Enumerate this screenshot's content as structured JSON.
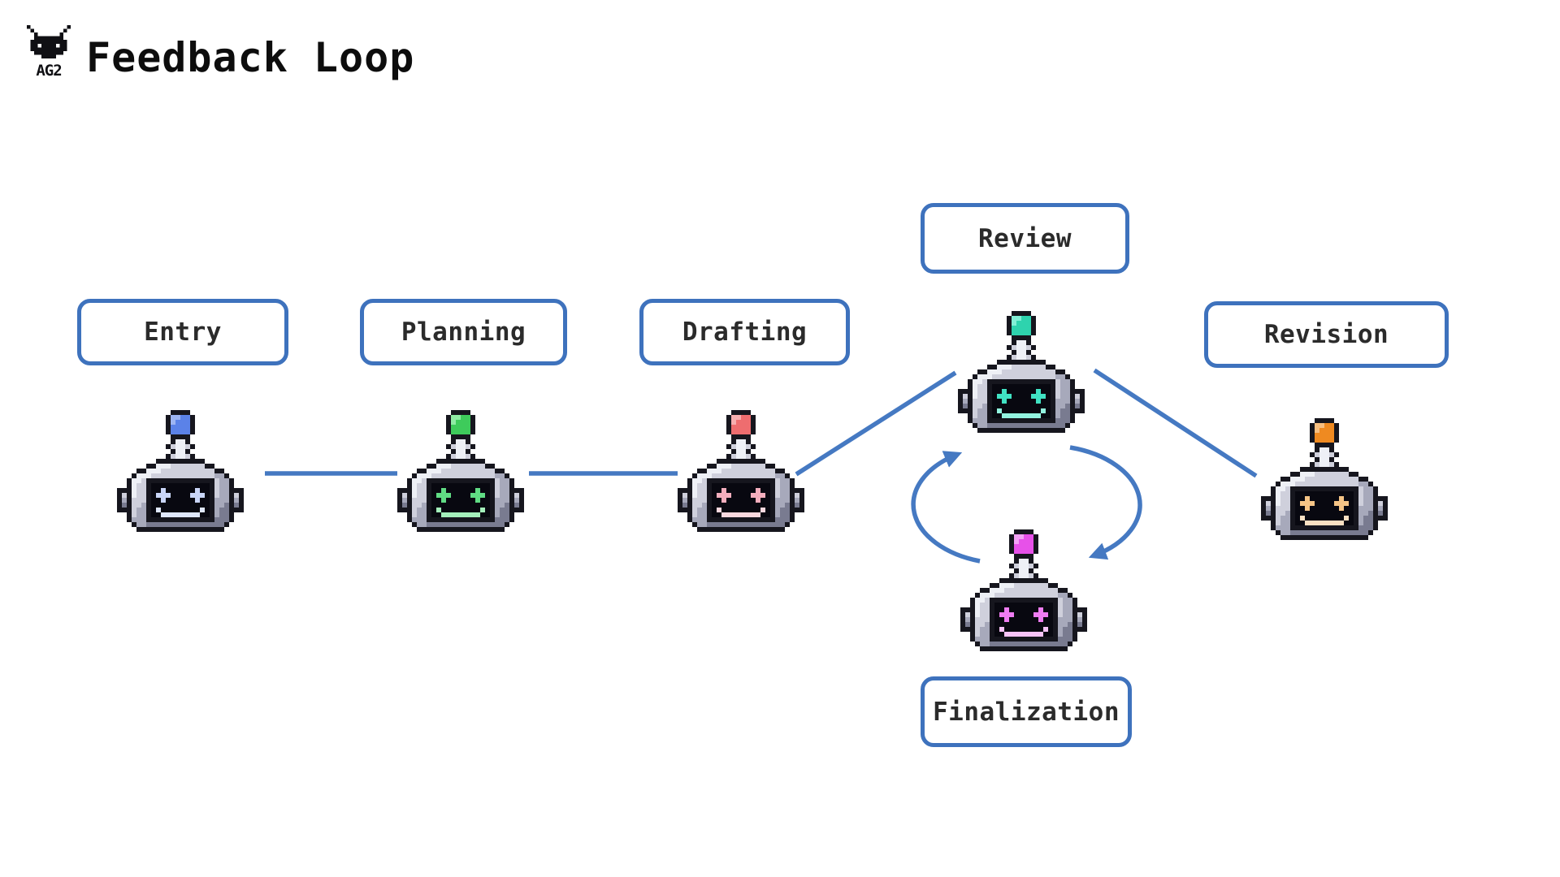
{
  "header": {
    "title": "Feedback Loop",
    "logo_text": "AG2",
    "logo_icon": "ag2-robot-logo-icon"
  },
  "colors": {
    "background": "#ffffff",
    "box_border": "#3e72bd",
    "box_fill": "#ffffff",
    "box_text": "#2b2b2b",
    "connector": "#4579c2",
    "title_text": "#0d0d0d",
    "robot_outline": "#16161e",
    "robot_face": "#080810",
    "robot_white": "#eef0f6",
    "robot_light": "#cfd0dc",
    "robot_mid": "#a7a9bb",
    "robot_dark": "#797b90"
  },
  "stages": [
    {
      "id": "entry",
      "label": "Entry",
      "robot": {
        "icon": "robot-icon",
        "antenna": "#5b82e8",
        "antenna_hi": "#9db5f3",
        "eye": "#c9d5f7",
        "smile": "#dfe7fb"
      }
    },
    {
      "id": "planning",
      "label": "Planning",
      "robot": {
        "icon": "robot-icon",
        "antenna": "#3ecb5b",
        "antenna_hi": "#8feba4",
        "eye": "#60dc84",
        "smile": "#a4efbb"
      }
    },
    {
      "id": "drafting",
      "label": "Drafting",
      "robot": {
        "icon": "robot-icon",
        "antenna": "#ee6d6f",
        "antenna_hi": "#f7aeaf",
        "eye": "#f3aebd",
        "smile": "#f9d8de"
      }
    },
    {
      "id": "review",
      "label": "Review",
      "robot": {
        "icon": "robot-icon",
        "antenna": "#2ed3ae",
        "antenna_hi": "#82efd6",
        "eye": "#40e2c3",
        "smile": "#92f3df"
      }
    },
    {
      "id": "revision",
      "label": "Revision",
      "robot": {
        "icon": "robot-icon",
        "antenna": "#e751e9",
        "antenna_hi": "#f3a2f5",
        "eye": "#ef7df2",
        "smile": "#f8c3f9"
      }
    },
    {
      "id": "finalization",
      "label": "Finalization",
      "robot": {
        "icon": "robot-icon",
        "antenna": "#ef8a21",
        "antenna_hi": "#f8bf80",
        "eye": "#f5c486",
        "smile": "#fae0c2"
      }
    }
  ],
  "connections": [
    {
      "from": "entry",
      "to": "planning",
      "type": "line"
    },
    {
      "from": "planning",
      "to": "drafting",
      "type": "line"
    },
    {
      "from": "drafting",
      "to": "review",
      "type": "line"
    },
    {
      "from": "review",
      "to": "finalization",
      "type": "line"
    },
    {
      "from": "review",
      "to": "revision",
      "type": "loop-arrow"
    },
    {
      "from": "revision",
      "to": "review",
      "type": "loop-arrow"
    }
  ]
}
